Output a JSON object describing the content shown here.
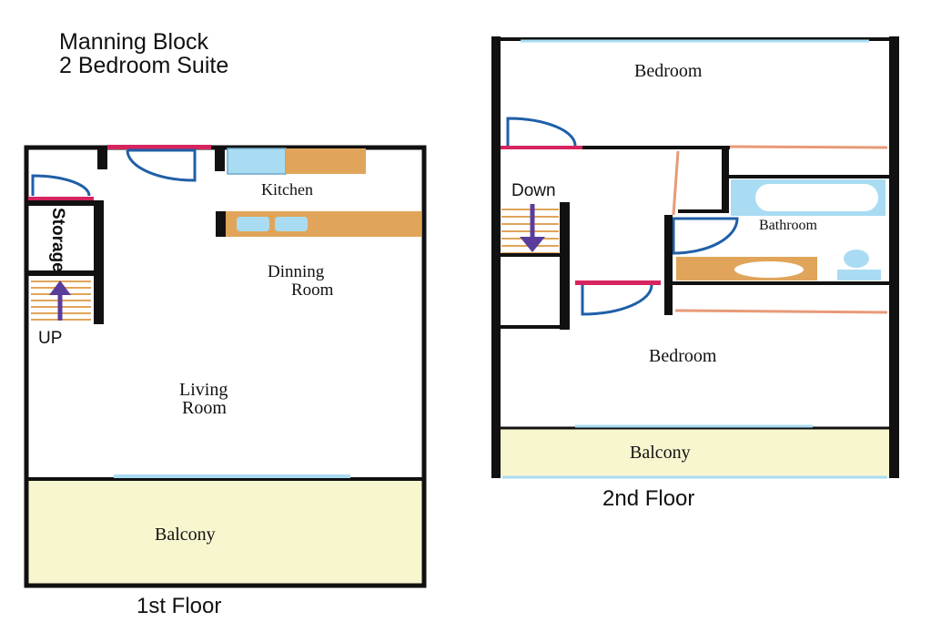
{
  "title": {
    "line1": "Manning Block",
    "line2": "2 Bedroom Suite"
  },
  "floor1": {
    "caption": "1st Floor",
    "kitchen": "Kitchen",
    "dining_line1": "Dinning",
    "dining_line2": "Room",
    "storage": "Storage",
    "living_line1": "Living",
    "living_line2": "Room",
    "balcony": "Balcony",
    "stairs_label": "UP"
  },
  "floor2": {
    "caption": "2nd Floor",
    "bedroom_top": "Bedroom",
    "bedroom_bottom": "Bedroom",
    "bathroom": "Bathroom",
    "balcony": "Balcony",
    "stairs_label": "Down"
  },
  "colors": {
    "wall": "#111111",
    "door": "#1f5fa8",
    "door_frame": "#d6245f",
    "window": "#a9dcf2",
    "counter": "#e0a55a",
    "balcony": "#f8f6cf",
    "bath": "#a9dcf2",
    "arrow": "#5a3d9a",
    "partition": "#e89a78"
  }
}
